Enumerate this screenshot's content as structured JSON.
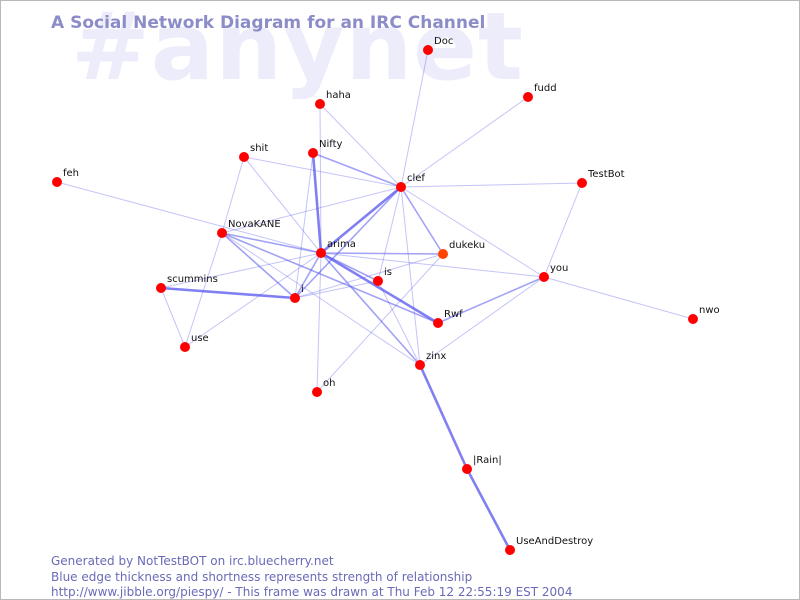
{
  "watermark": "#anynet",
  "title": "A Social Network Diagram for an IRC Channel",
  "footer": {
    "line1": "Generated by NotTestBOT on irc.bluecherry.net",
    "line2": "Blue edge thickness and shortness represents strength of relationship",
    "line3": "http://www.jibble.org/piespy/ - This frame was drawn at Thu Feb 12 22:55:19 EST 2004"
  },
  "colors": {
    "node": "#ff0000",
    "node_highlight": "#ff4400",
    "edge": "#5555ee",
    "title": "#8c8cc8",
    "footer": "#6a6ab8",
    "watermark": "#ececfb"
  },
  "nodes": [
    {
      "id": "Doc",
      "label": "Doc"
    },
    {
      "id": "fudd",
      "label": "fudd"
    },
    {
      "id": "haha",
      "label": "haha"
    },
    {
      "id": "Nifty",
      "label": "Nifty"
    },
    {
      "id": "shit",
      "label": "shit"
    },
    {
      "id": "clef",
      "label": "clef"
    },
    {
      "id": "TestBot",
      "label": "TestBot"
    },
    {
      "id": "feh",
      "label": "feh"
    },
    {
      "id": "NovaKANE",
      "label": "NovaKANE"
    },
    {
      "id": "arima",
      "label": "arima"
    },
    {
      "id": "dukeku",
      "label": "dukeku",
      "highlight": true
    },
    {
      "id": "you",
      "label": "you"
    },
    {
      "id": "is",
      "label": "is"
    },
    {
      "id": "scummins",
      "label": "scummins"
    },
    {
      "id": "i",
      "label": "i"
    },
    {
      "id": "Rwf",
      "label": "Rwf"
    },
    {
      "id": "nwo",
      "label": "nwo"
    },
    {
      "id": "use",
      "label": "use"
    },
    {
      "id": "zinx",
      "label": "zinx"
    },
    {
      "id": "oh",
      "label": "oh"
    },
    {
      "id": "Rain",
      "label": "|Rain|"
    },
    {
      "id": "UseAndDestroy",
      "label": "UseAndDestroy"
    }
  ],
  "edges": [
    {
      "from": "Doc",
      "to": "clef",
      "strength": 1
    },
    {
      "from": "fudd",
      "to": "clef",
      "strength": 1
    },
    {
      "from": "haha",
      "to": "clef",
      "strength": 1
    },
    {
      "from": "haha",
      "to": "arima",
      "strength": 1
    },
    {
      "from": "Nifty",
      "to": "arima",
      "strength": 3
    },
    {
      "from": "Nifty",
      "to": "clef",
      "strength": 2
    },
    {
      "from": "Nifty",
      "to": "i",
      "strength": 1
    },
    {
      "from": "shit",
      "to": "clef",
      "strength": 1
    },
    {
      "from": "shit",
      "to": "arima",
      "strength": 1
    },
    {
      "from": "shit",
      "to": "NovaKANE",
      "strength": 1
    },
    {
      "from": "clef",
      "to": "TestBot",
      "strength": 1
    },
    {
      "from": "clef",
      "to": "arima",
      "strength": 3
    },
    {
      "from": "clef",
      "to": "dukeku",
      "strength": 2
    },
    {
      "from": "clef",
      "to": "is",
      "strength": 1
    },
    {
      "from": "clef",
      "to": "you",
      "strength": 1
    },
    {
      "from": "clef",
      "to": "NovaKANE",
      "strength": 1
    },
    {
      "from": "clef",
      "to": "i",
      "strength": 2
    },
    {
      "from": "clef",
      "to": "zinx",
      "strength": 1
    },
    {
      "from": "feh",
      "to": "arima",
      "strength": 1
    },
    {
      "from": "NovaKANE",
      "to": "arima",
      "strength": 2
    },
    {
      "from": "NovaKANE",
      "to": "i",
      "strength": 2
    },
    {
      "from": "NovaKANE",
      "to": "Rwf",
      "strength": 2
    },
    {
      "from": "NovaKANE",
      "to": "use",
      "strength": 1
    },
    {
      "from": "NovaKANE",
      "to": "zinx",
      "strength": 1
    },
    {
      "from": "arima",
      "to": "dukeku",
      "strength": 2
    },
    {
      "from": "arima",
      "to": "is",
      "strength": 2
    },
    {
      "from": "arima",
      "to": "i",
      "strength": 2
    },
    {
      "from": "arima",
      "to": "Rwf",
      "strength": 3
    },
    {
      "from": "arima",
      "to": "zinx",
      "strength": 2
    },
    {
      "from": "arima",
      "to": "scummins",
      "strength": 1
    },
    {
      "from": "arima",
      "to": "use",
      "strength": 1
    },
    {
      "from": "arima",
      "to": "you",
      "strength": 1
    },
    {
      "from": "arima",
      "to": "oh",
      "strength": 1
    },
    {
      "from": "dukeku",
      "to": "i",
      "strength": 1
    },
    {
      "from": "dukeku",
      "to": "oh",
      "strength": 1
    },
    {
      "from": "is",
      "to": "i",
      "strength": 1
    },
    {
      "from": "is",
      "to": "zinx",
      "strength": 1
    },
    {
      "from": "scummins",
      "to": "i",
      "strength": 3
    },
    {
      "from": "scummins",
      "to": "use",
      "strength": 1
    },
    {
      "from": "you",
      "to": "TestBot",
      "strength": 1
    },
    {
      "from": "you",
      "to": "nwo",
      "strength": 1
    },
    {
      "from": "you",
      "to": "Rwf",
      "strength": 2
    },
    {
      "from": "you",
      "to": "zinx",
      "strength": 1
    },
    {
      "from": "zinx",
      "to": "Rain",
      "strength": 3
    },
    {
      "from": "Rain",
      "to": "UseAndDestroy",
      "strength": 3
    }
  ]
}
